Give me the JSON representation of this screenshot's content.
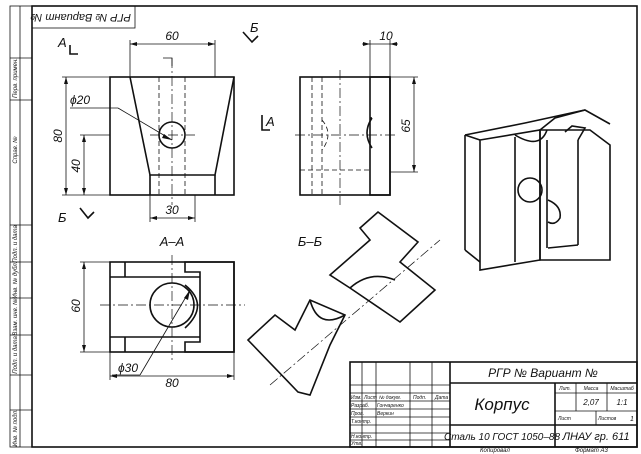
{
  "stamp_top": "РГР № Вариант №",
  "left_strip": [
    "Перв. примен.",
    "Справ. №",
    "Подп. и дата",
    "Инв. № дубл.",
    "Взам. инв. №",
    "Подп. и дата",
    "Инв. № подл."
  ],
  "dimensions": {
    "width_top": "60",
    "rib_width": "10",
    "height_total": "80",
    "height_lower": "40",
    "height_side": "65",
    "hole_dia": "ϕ20",
    "width_bottom": "30",
    "section_height": "60",
    "section_hole_dia": "ϕ30",
    "section_width": "80"
  },
  "section_marks": {
    "a": "А",
    "b": "Б",
    "section_aa": "А–А",
    "section_bb": "Б–Б"
  },
  "title_block": {
    "doc_title": "РГР № Вариант №",
    "part_name": "Корпус",
    "material": "Сталь 10  ГОСТ 1050–88",
    "org": "ЛНАУ гр. 611",
    "col_lit": "Лит.",
    "col_mass": "Масса",
    "col_scale": "Масштаб",
    "mass": "2,07",
    "scale": "1:1",
    "sheet_label": "Лист",
    "sheets_label": "Листов",
    "sheets_count": "1",
    "headers": [
      "Изм.",
      "Лист",
      "№ докум.",
      "Подп.",
      "Дата"
    ],
    "roles": [
      "Разраб.",
      "Пров.",
      "Т.контр.",
      "",
      "Н.контр.",
      "Утв."
    ],
    "names": [
      "Гончаренко",
      "Веркин"
    ],
    "footer_copied": "Копировал",
    "footer_format": "Формат  А3"
  }
}
